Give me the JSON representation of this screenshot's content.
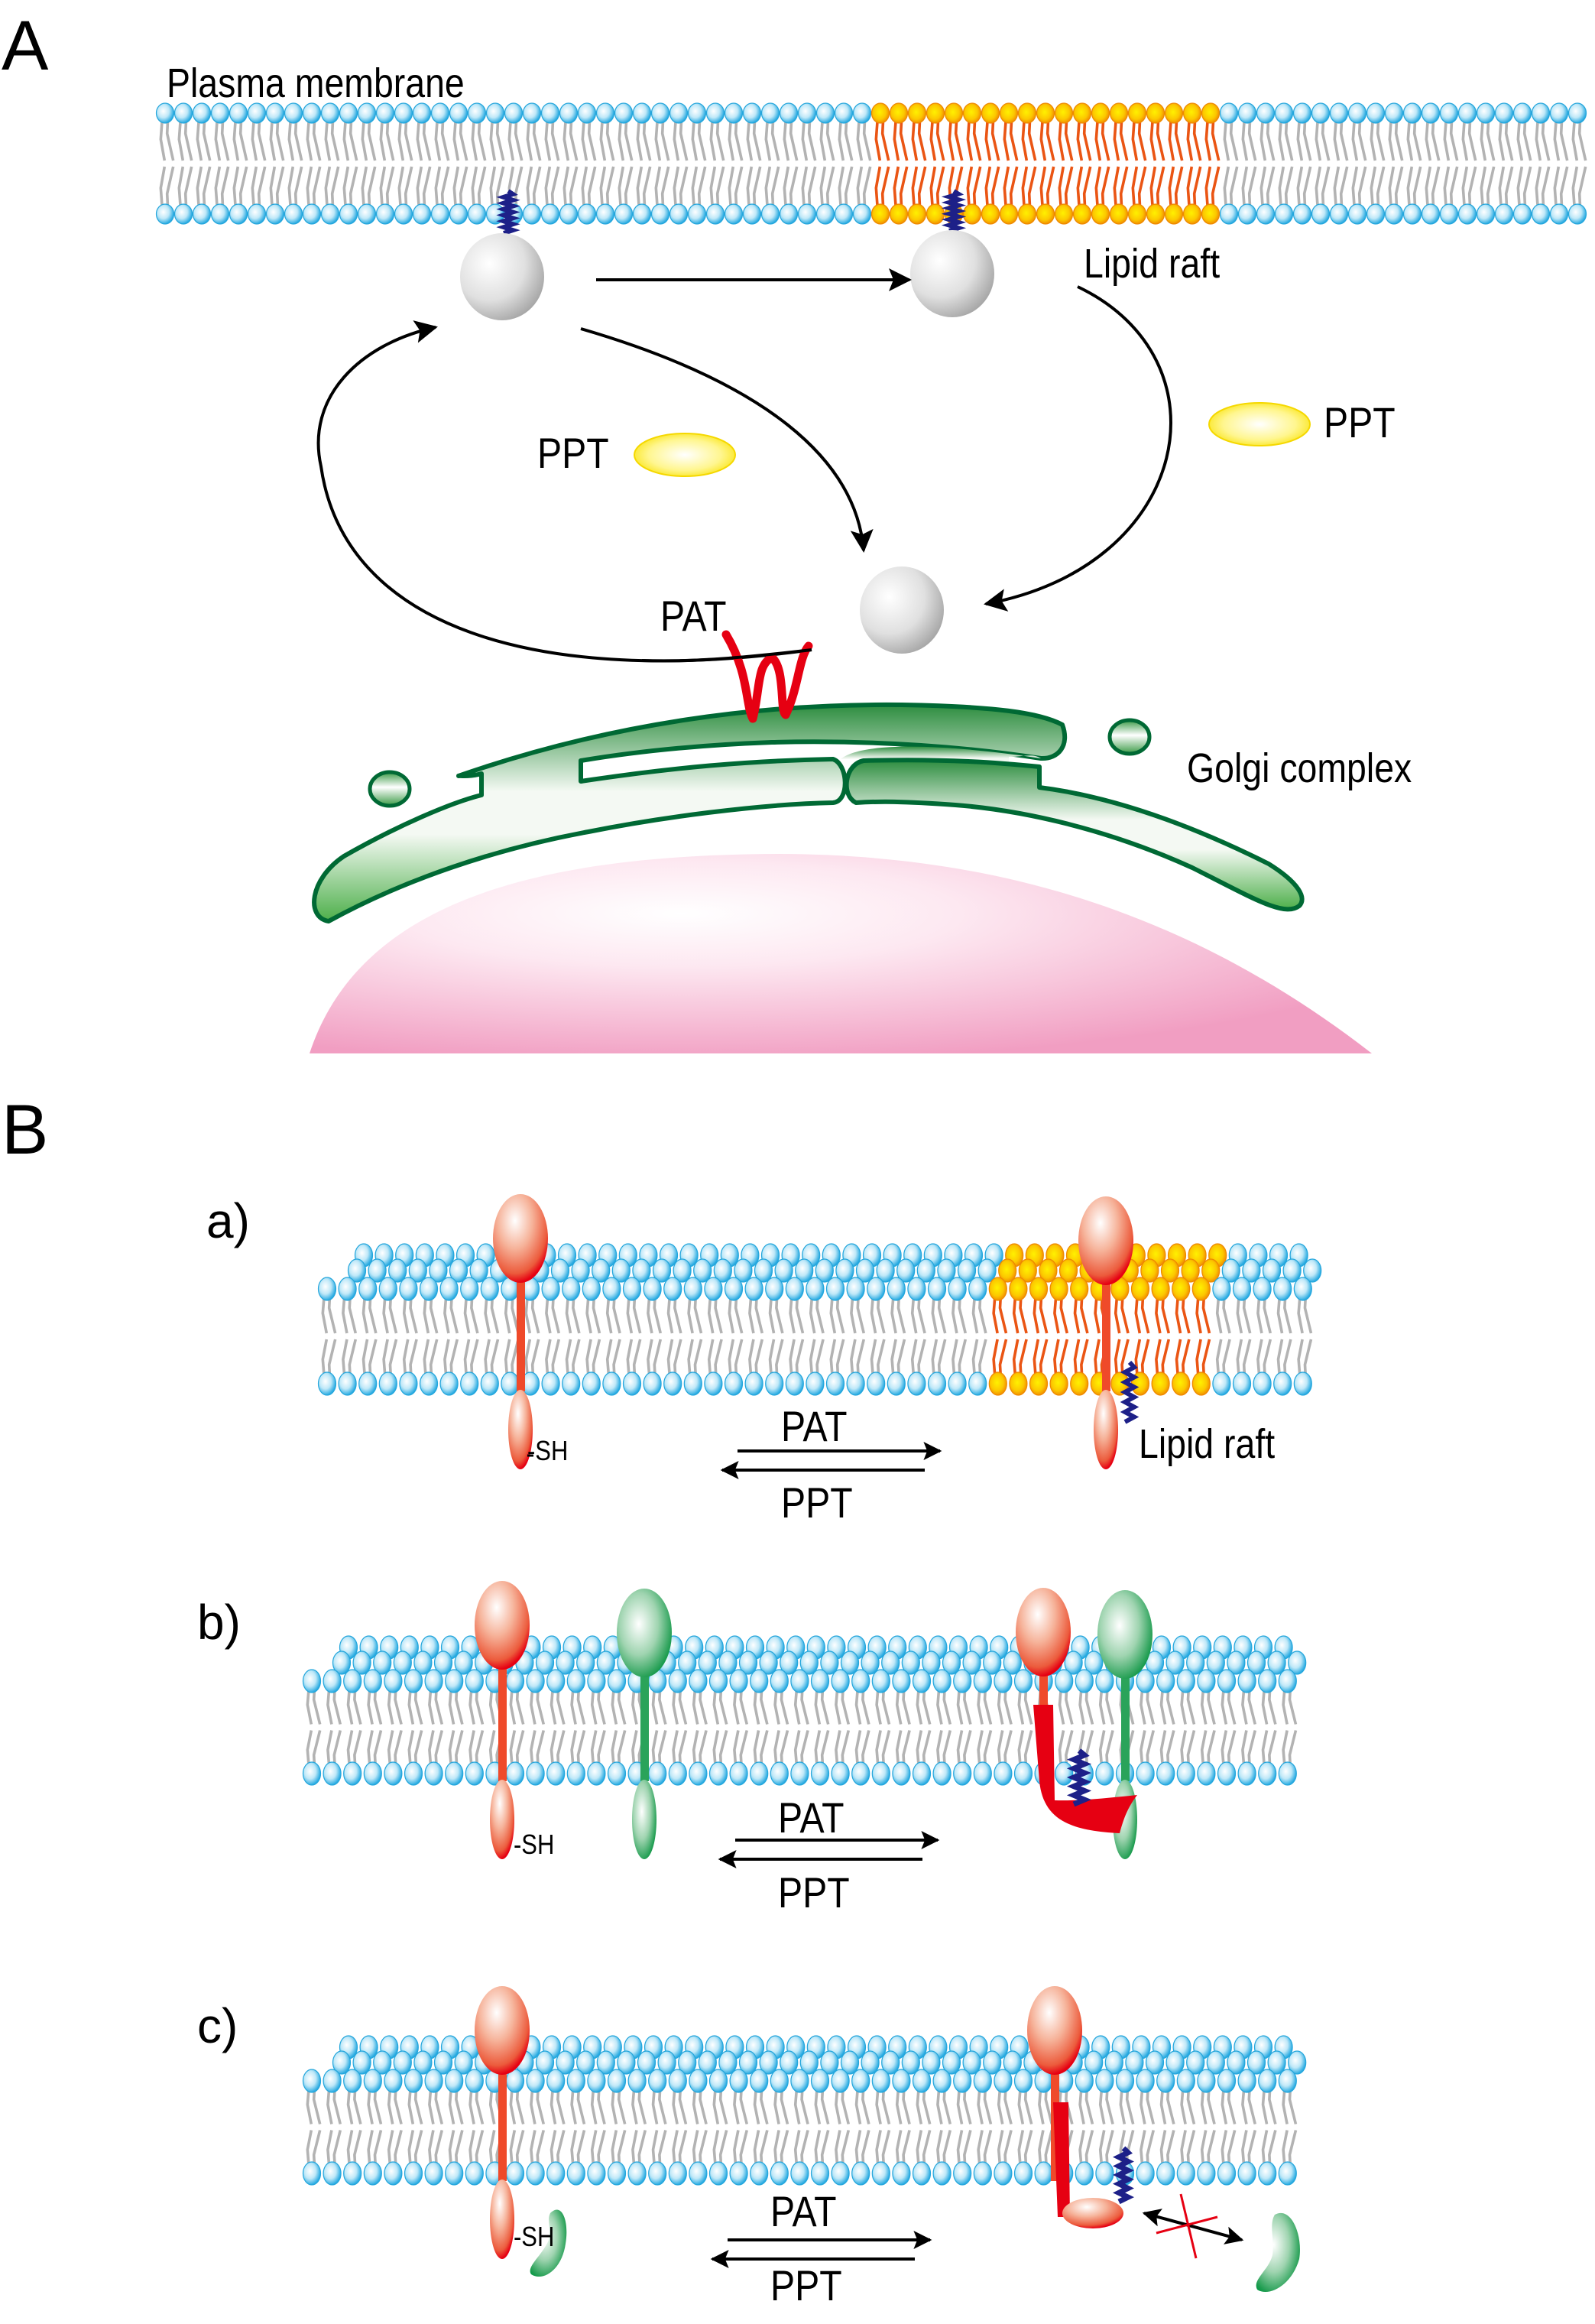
{
  "figure": {
    "panel_a": {
      "letter": "A",
      "labels": {
        "plasma_membrane": "Plasma membrane",
        "lipid_raft": "Lipid raft",
        "ppt_left": "PPT",
        "ppt_right": "PPT",
        "pat": "PAT",
        "golgi": "Golgi complex"
      }
    },
    "panel_b": {
      "letter": "B",
      "rows": [
        {
          "id": "a",
          "letter": "a)",
          "sh_label": "-SH",
          "forward_label": "PAT",
          "reverse_label": "PPT",
          "raft_label": "Lipid raft"
        },
        {
          "id": "b",
          "letter": "b)",
          "sh_label": "-SH",
          "forward_label": "PAT",
          "reverse_label": "PPT"
        },
        {
          "id": "c",
          "letter": "c)",
          "sh_label": "-SH",
          "forward_label": "PAT",
          "reverse_label": "PPT"
        }
      ]
    },
    "colors": {
      "head_blue": "#29abe2",
      "tail_gray": "#b3b3b3",
      "raft_head": "#f7a600",
      "raft_tail": "#ea5514",
      "palmitate": "#1d2088",
      "protein_red": "#e60012",
      "protein_green": "#009944",
      "golgi_green": "#006934",
      "nucleus_pink": "#f19ec2",
      "ppt_yellow": "#fff100",
      "vesicle_gray": "#bfbfbf"
    }
  }
}
